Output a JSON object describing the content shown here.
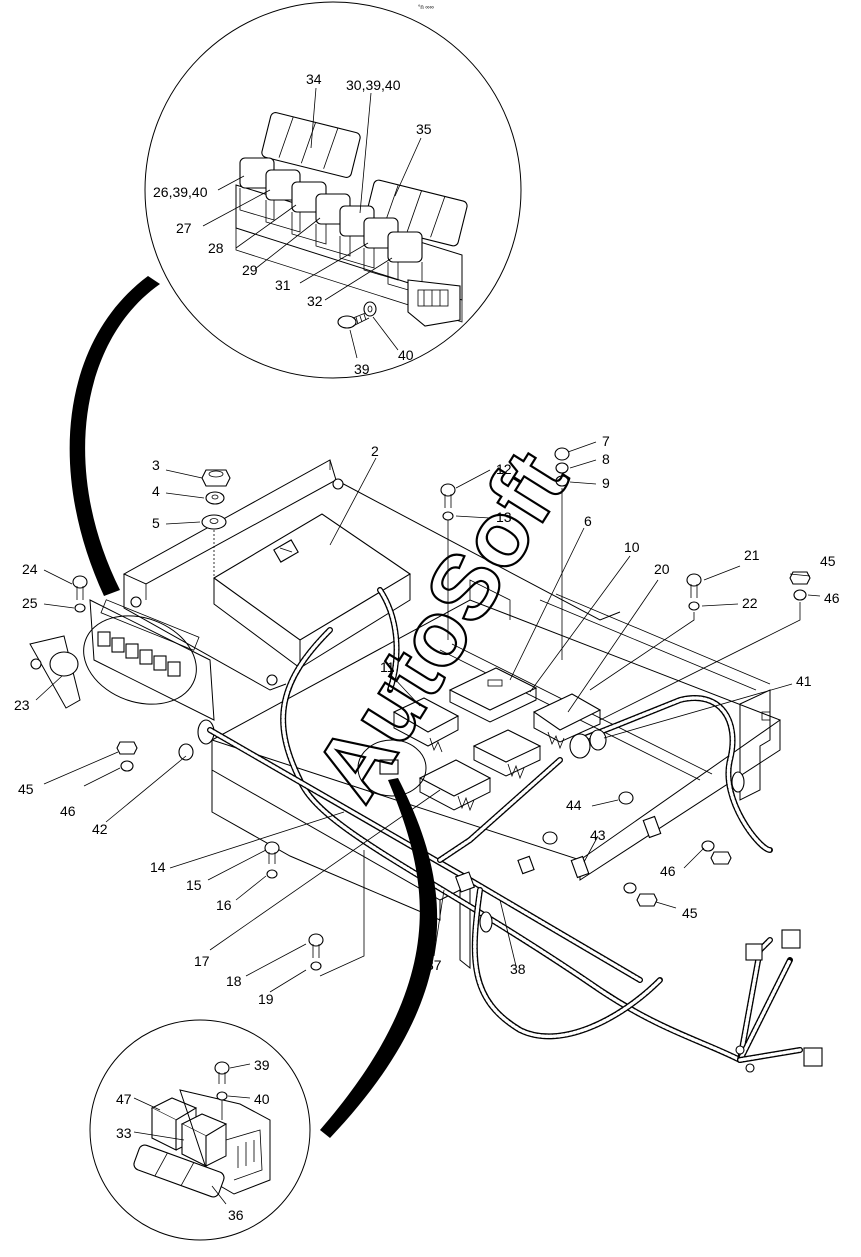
{
  "header": {
    "tiny_text": "°n ∞∞"
  },
  "watermark": {
    "text": "AutoSoft"
  },
  "callouts": [
    {
      "id": "c34",
      "label": "34"
    },
    {
      "id": "c30",
      "label": "30,39,40"
    },
    {
      "id": "c35",
      "label": "35"
    },
    {
      "id": "c26",
      "label": "26,39,40"
    },
    {
      "id": "c27",
      "label": "27"
    },
    {
      "id": "c28",
      "label": "28"
    },
    {
      "id": "c29",
      "label": "29"
    },
    {
      "id": "c31",
      "label": "31"
    },
    {
      "id": "c32",
      "label": "32"
    },
    {
      "id": "c39a",
      "label": "39"
    },
    {
      "id": "c40a",
      "label": "40"
    },
    {
      "id": "c2",
      "label": "2"
    },
    {
      "id": "c3",
      "label": "3"
    },
    {
      "id": "c4",
      "label": "4"
    },
    {
      "id": "c5",
      "label": "5"
    },
    {
      "id": "c7",
      "label": "7"
    },
    {
      "id": "c8",
      "label": "8"
    },
    {
      "id": "c9",
      "label": "9"
    },
    {
      "id": "c12",
      "label": "12"
    },
    {
      "id": "c13",
      "label": "13"
    },
    {
      "id": "c6",
      "label": "6"
    },
    {
      "id": "c10",
      "label": "10"
    },
    {
      "id": "c21",
      "label": "21"
    },
    {
      "id": "c20",
      "label": "20"
    },
    {
      "id": "c45a",
      "label": "45"
    },
    {
      "id": "c46a",
      "label": "46"
    },
    {
      "id": "c22",
      "label": "22"
    },
    {
      "id": "c24",
      "label": "24"
    },
    {
      "id": "c25",
      "label": "25"
    },
    {
      "id": "c23",
      "label": "23"
    },
    {
      "id": "c11",
      "label": "11"
    },
    {
      "id": "c41",
      "label": "41"
    },
    {
      "id": "c45b",
      "label": "45"
    },
    {
      "id": "c46b",
      "label": "46"
    },
    {
      "id": "c42",
      "label": "42"
    },
    {
      "id": "c44",
      "label": "44"
    },
    {
      "id": "c43",
      "label": "43"
    },
    {
      "id": "c46c",
      "label": "46"
    },
    {
      "id": "c45c",
      "label": "45"
    },
    {
      "id": "c14",
      "label": "14"
    },
    {
      "id": "c15",
      "label": "15"
    },
    {
      "id": "c16",
      "label": "16"
    },
    {
      "id": "c17",
      "label": "17"
    },
    {
      "id": "c37",
      "label": "37"
    },
    {
      "id": "c38",
      "label": "38"
    },
    {
      "id": "c18",
      "label": "18"
    },
    {
      "id": "c19",
      "label": "19"
    },
    {
      "id": "c39b",
      "label": "39"
    },
    {
      "id": "c40b",
      "label": "40"
    },
    {
      "id": "c47",
      "label": "47"
    },
    {
      "id": "c33",
      "label": "33"
    },
    {
      "id": "c36",
      "label": "36"
    }
  ]
}
